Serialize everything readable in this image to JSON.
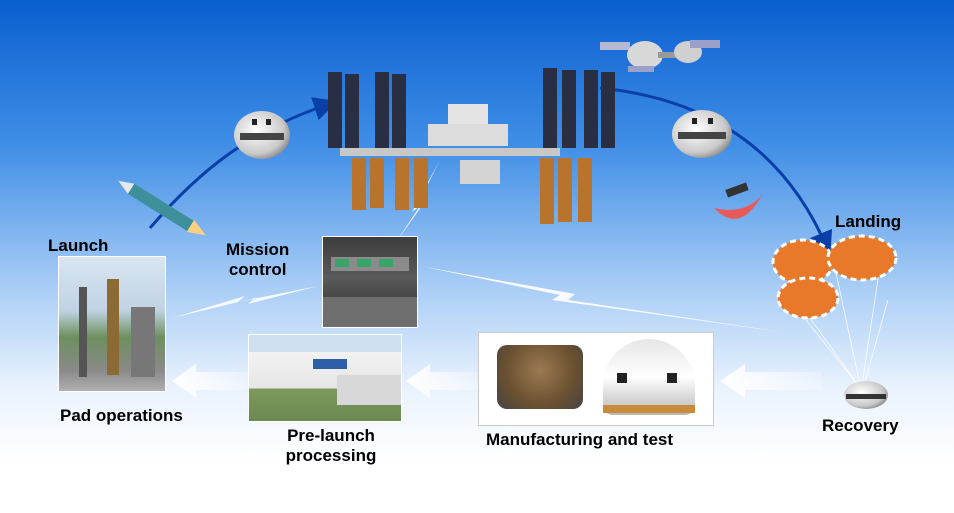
{
  "labels": {
    "launch": "Launch",
    "mission_control": "Mission\ncontrol",
    "landing": "Landing",
    "pad_operations": "Pad operations",
    "pre_launch": "Pre-launch\nprocessing",
    "manufacturing": "Manufacturing and test",
    "recovery": "Recovery"
  },
  "colors": {
    "flight_arc": "#0b3fa8",
    "process_arrow": "#ffffff",
    "sky_top": "#0a5fd0",
    "parachute_orange": "#e8792a"
  },
  "icons": [
    "rocket-icon",
    "capsule-icon",
    "space-station-icon",
    "lightning-bolt-icon",
    "mission-control-room-image",
    "parachute-icon",
    "heat-shield-icon",
    "launch-pad-image",
    "processing-facility-image",
    "capsule-hardware-image"
  ]
}
